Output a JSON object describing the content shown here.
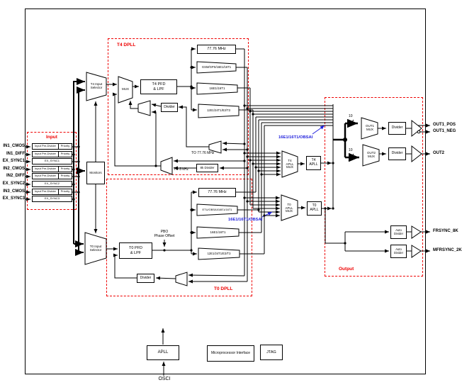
{
  "colors": {
    "group_outline": "#ee0000",
    "bus_label": "#2222dd",
    "line": "#000000"
  },
  "groups": {
    "input": {
      "title": "Input"
    },
    "t4_dpll": {
      "title": "T4 DPLL"
    },
    "t0_dpll": {
      "title": "T0 DPLL"
    },
    "output": {
      "title": "Output"
    }
  },
  "input_rows": [
    {
      "port": "IN1_CMOS",
      "cells": [
        "Input Pre-Divider",
        "Priority"
      ]
    },
    {
      "port": "IN1_DIFF",
      "cells": [
        "Input Pre-Divider",
        "Priority"
      ]
    },
    {
      "port": "EX_SYNC1",
      "cells": [
        "EX_SYNC1"
      ]
    },
    {
      "port": "IN2_CMOS",
      "cells": [
        "Input Pre-Divider",
        "Priority"
      ]
    },
    {
      "port": "IN2_DIFF",
      "cells": [
        "Input Pre-Divider",
        "Priority"
      ]
    },
    {
      "port": "EX_SYNC2",
      "cells": [
        "EX_SYNC2"
      ]
    },
    {
      "port": "IN3_CMOS",
      "cells": [
        "Input Pre-Divider",
        "Priority"
      ]
    },
    {
      "port": "EX_SYNC3",
      "cells": [
        "EX_SYNC3"
      ]
    }
  ],
  "blocks": {
    "monitors": "Monitors",
    "t4_input_selector": "T4 Input\nSelector",
    "t0_input_selector": "T0 Input\nSelector",
    "t4_mux": "MUX",
    "t4_pfd": "T4 PFD\n& LPF",
    "t4_divider": "Divider",
    "t0_pfd": "T0 PFD\n& LPF",
    "t0_divider": "Divider",
    "divider_8k": "8k Divider",
    "t4_apll_mux": "T4\nAPLL\nMUX",
    "t4_apll": "T4\nAPLL",
    "t0_apll_mux": "T0\nAPLL\nMUX",
    "t0_apll": "T0\nAPLL",
    "out1_mux": "OUT1\nMUX",
    "out2_mux": "OUT2\nMUX",
    "out_divider1": "Divider",
    "out_divider2": "Divider",
    "auto_divider1": "Auto\nDivider",
    "auto_divider2": "Auto\nDivider",
    "apll": "APLL",
    "micro_interface": "Microprocessor Interface",
    "jtag": "JTAG"
  },
  "t4_rates": [
    "77.76 MHz",
    "GSM/GPS/16E1/16T1",
    "16E1/16T1",
    "12E1/24T1/E3/T3"
  ],
  "t0_rates": [
    "77.76 MHz",
    "ETU/OBSAI/16E1/16T1",
    "16E1/16T1",
    "12E1/24T1/E3/T3"
  ],
  "labels": {
    "to_7776": "TO 77.76 MHz",
    "to_8k": "TO 8 kHz",
    "pbo": "PBO\nPhase Offset",
    "obsai_top": "16E1/16T1/OBSAI",
    "obsai_bottom": "16E1/16T1/OBSAI",
    "bus_width_1": "10",
    "bus_width_2": "10",
    "osci": "OSCI"
  },
  "output_ports": {
    "out1_pos": "OUT1_POS",
    "out1_neg": "OUT1_NEG",
    "out2": "OUT2",
    "frsync": "FRSYNC_8K",
    "mfrsync": "MFRSYNC_2K"
  }
}
